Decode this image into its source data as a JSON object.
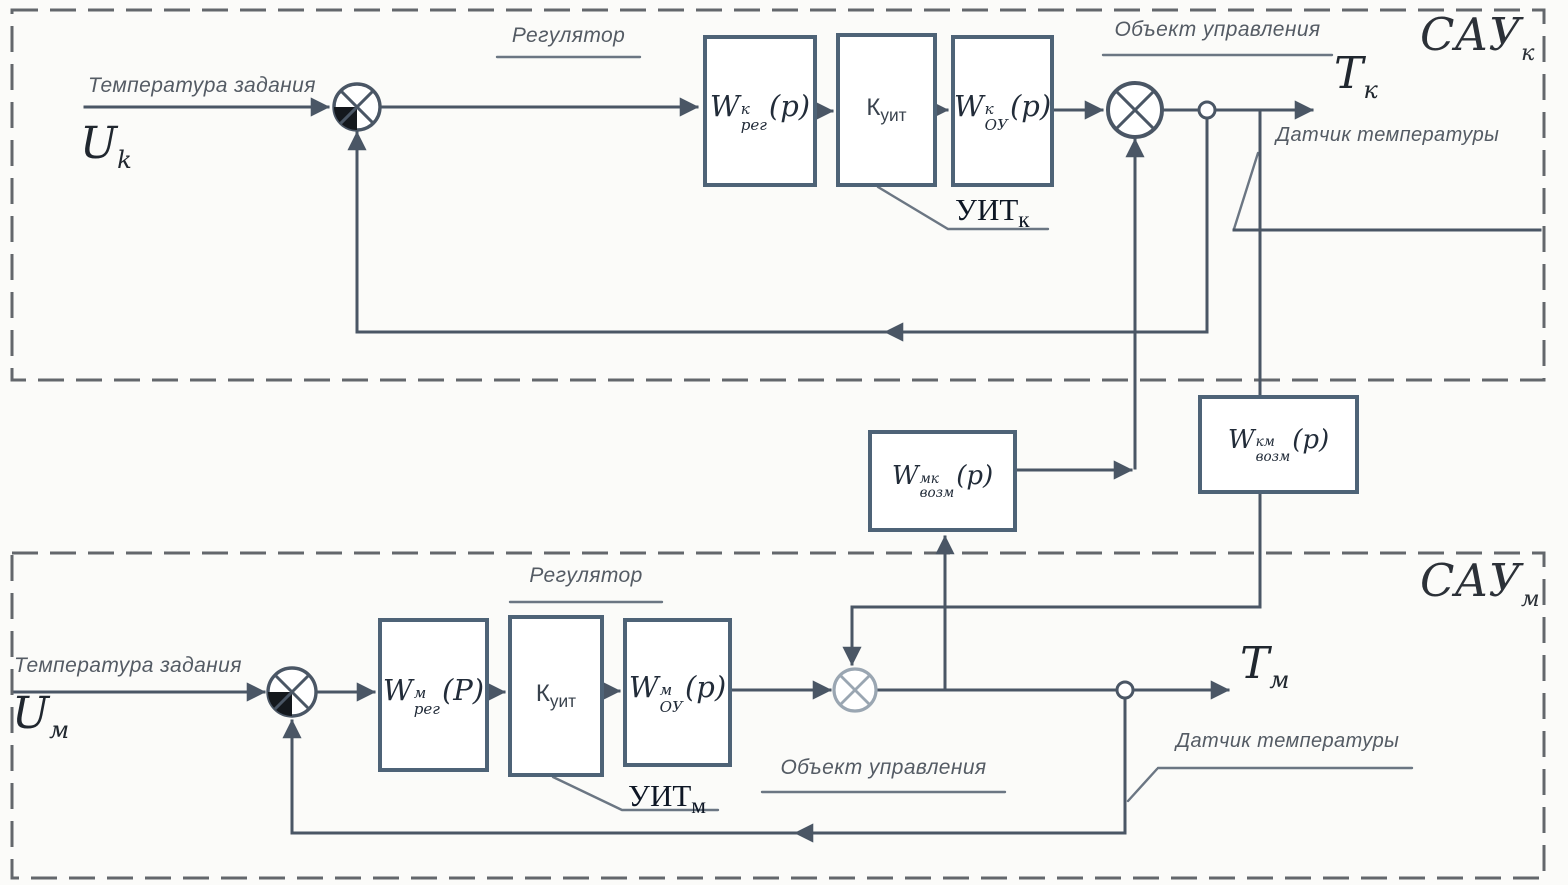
{
  "meta": {
    "type": "control-system-block-diagram"
  },
  "colors": {
    "wire": "#4a5665",
    "block_stroke": "#4e6377",
    "boundary_dash": "#63676c",
    "caption_text": "#545b64",
    "formula_text": "#222c39",
    "junction_fill_wedge": "#14181d"
  },
  "top_system": {
    "title": {
      "base": "САУ",
      "sub": "к"
    },
    "setpoint_label": "Температура задания",
    "input_signal": {
      "base": "U",
      "sub": "k"
    },
    "regulator_caption": "Регулятор",
    "plant_caption": "Объект управления",
    "sensor_caption": "Датчик температуры",
    "uit_caption": {
      "base": "УИТ",
      "sub": "к"
    },
    "output_signal": {
      "base": "T",
      "sub": "к"
    },
    "blocks": {
      "regulator": {
        "base": "W",
        "sup": "к",
        "sub": "рег",
        "arg": "(p)"
      },
      "kuit": {
        "base": "К",
        "sub": "уит"
      },
      "plant": {
        "base": "W",
        "sup": "к",
        "sub": "ОУ",
        "arg": "(p)"
      }
    }
  },
  "bottom_system": {
    "title": {
      "base": "САУ",
      "sub": "м"
    },
    "setpoint_label": "Температура задания",
    "input_signal": {
      "base": "U",
      "sub": "м"
    },
    "regulator_caption": "Регулятор",
    "plant_caption": "Объект управления",
    "sensor_caption": "Датчик температуры",
    "uit_caption": {
      "base": "УИТ",
      "sub": "м"
    },
    "output_signal": {
      "base": "T",
      "sub": "м"
    },
    "blocks": {
      "regulator": {
        "base": "W",
        "sup": "м",
        "sub": "рег",
        "arg": "(P)"
      },
      "kuit": {
        "base": "К",
        "sub": "уит"
      },
      "plant": {
        "base": "W",
        "sup": "м",
        "sub": "ОУ",
        "arg": "(p)"
      }
    }
  },
  "coupling": {
    "m_to_k": {
      "base": "W",
      "sup": "мк",
      "sub": "возм",
      "arg": "(p)"
    },
    "k_to_m": {
      "base": "W",
      "sup": "км",
      "sub": "возм",
      "arg": "(p)"
    }
  }
}
